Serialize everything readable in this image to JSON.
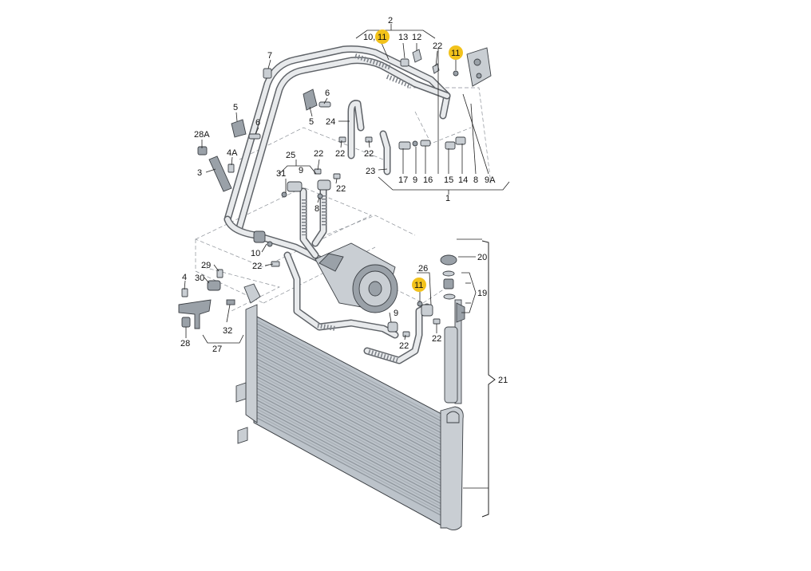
{
  "callouts": {
    "c2": "2",
    "c10": "10,",
    "c11a": "11",
    "c13": "13",
    "c12": "12",
    "c22a": "22",
    "c11b": "11",
    "c7": "7",
    "c6a": "6",
    "c5a": "5",
    "c6b": "6",
    "c5b": "5",
    "c24": "24",
    "c22b": "22",
    "c22c": "22",
    "c28Aa": "28A",
    "c4A": "4A",
    "c3": "3",
    "c25": "25",
    "c22d": "22",
    "c31": "31",
    "c9a": "9",
    "c22e": "22",
    "c8a": "8",
    "c23": "23",
    "c17": "17",
    "c9b": "9",
    "c16": "16",
    "c15": "15",
    "c14": "14",
    "c8b": "8",
    "c9A": "9A",
    "c1": "1",
    "c10b": "10",
    "c22f": "22",
    "c29": "29",
    "c30": "30",
    "c4": "4",
    "c32": "32",
    "c28": "28",
    "c27": "27",
    "c26": "26",
    "c11c": "11",
    "c9c": "9",
    "c22g": "22",
    "c22h": "22",
    "c20": "20",
    "c19": "19",
    "c21": "21"
  },
  "highlight_color": "#f2c21b"
}
